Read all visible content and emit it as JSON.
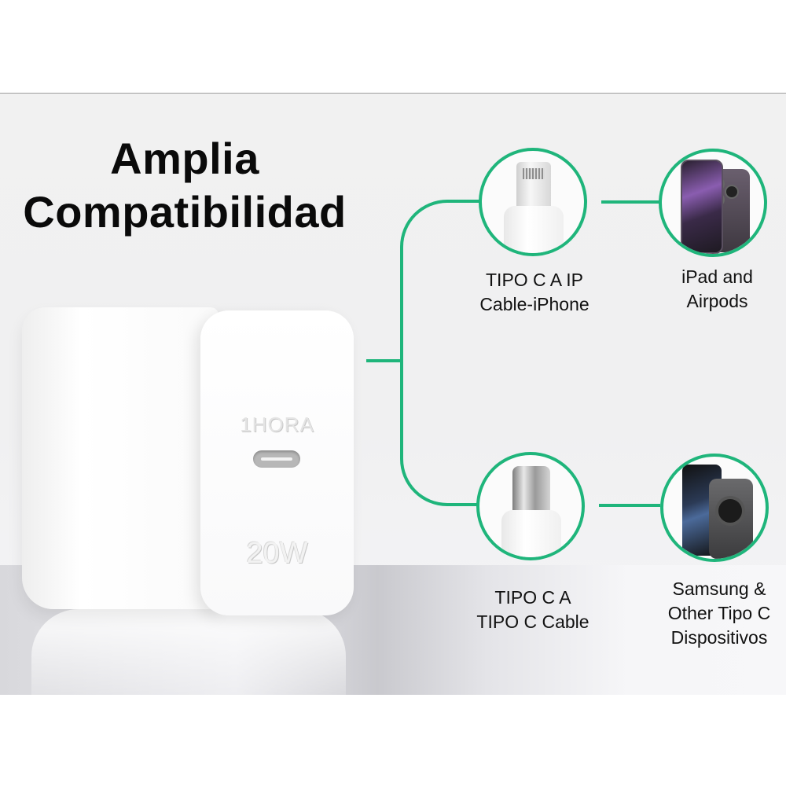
{
  "header": {
    "title_line1": "Amplia",
    "title_line2": "Compatibilidad"
  },
  "product": {
    "brand": "1HORA",
    "wattage": "20W",
    "port_icon": "usb-c-port-icon"
  },
  "accent_color": "#1fb57b",
  "branches": [
    {
      "cable": {
        "icon": "lightning-connector-icon",
        "label_line1": "TIPO C A IP",
        "label_line2": "Cable-iPhone"
      },
      "device": {
        "icon": "iphone-icon",
        "label_line1": "iPad and",
        "label_line2": "Airpods"
      }
    },
    {
      "cable": {
        "icon": "usb-c-connector-icon",
        "label_line1": "TIPO C A",
        "label_line2": "TIPO C Cable"
      },
      "device": {
        "icon": "android-phone-icon",
        "label_line1": "Samsung &",
        "label_line2": "Other Tipo C",
        "label_line3": "Dispositivos"
      }
    }
  ]
}
